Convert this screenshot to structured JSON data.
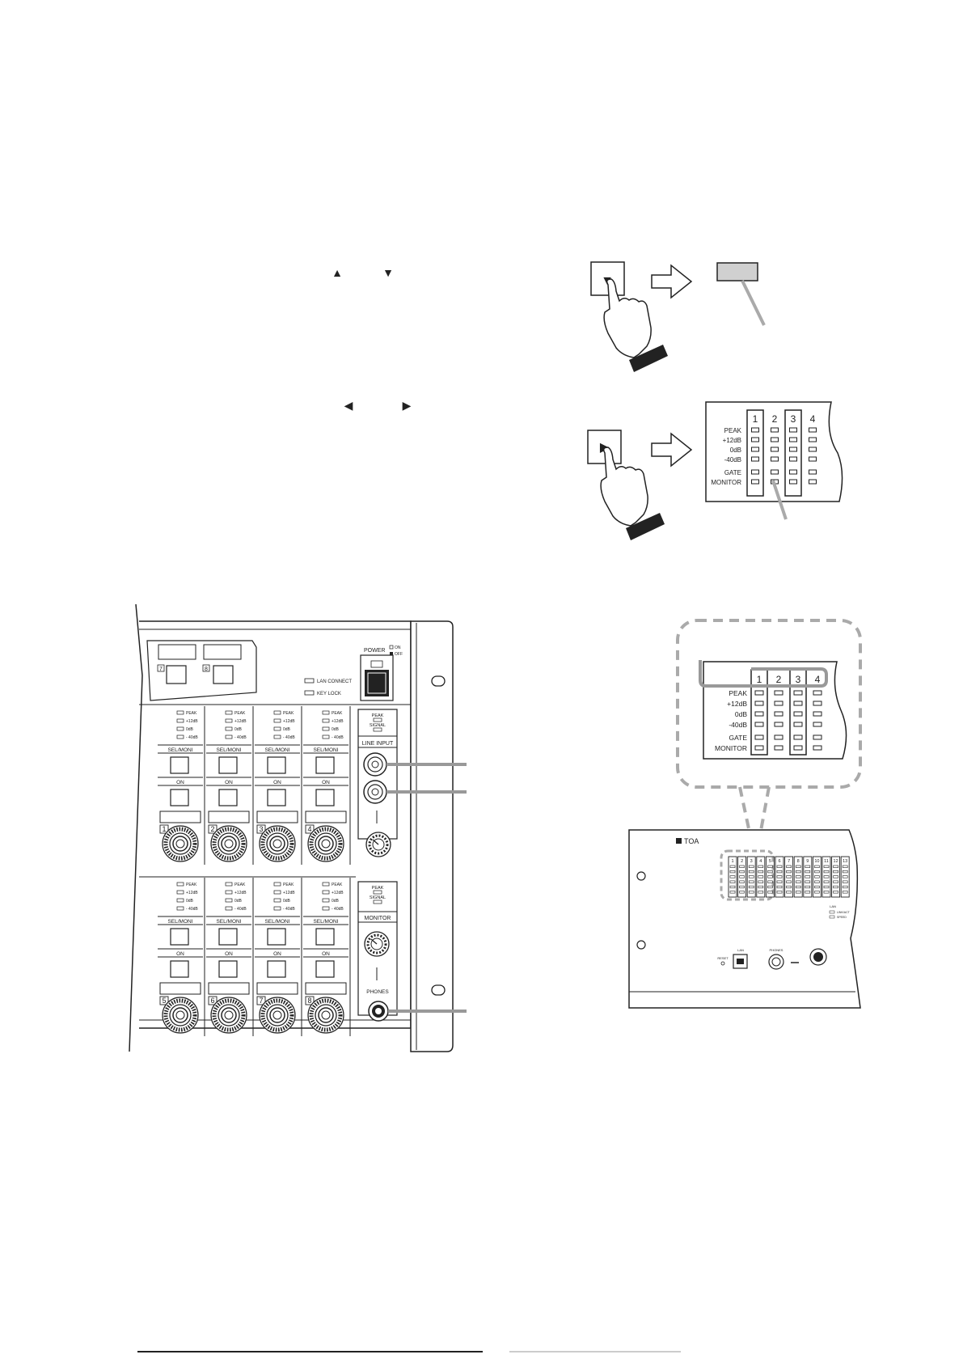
{
  "instructions": {
    "up_arrow": "▲",
    "down_arrow": "▼",
    "left_arrow": "◀",
    "right_arrow": "▶"
  },
  "meter": {
    "channels": [
      "1",
      "2",
      "3",
      "4"
    ],
    "rows": [
      "PEAK",
      "+12dB",
      "0dB",
      "-40dB",
      "GATE",
      "MONITOR"
    ]
  },
  "front_panel": {
    "power_label": "POWER",
    "power_on": "ON",
    "power_off": "OFF",
    "lan_connect": "LAN CONNECT",
    "key_lock": "KEY LOCK",
    "top_buttons": [
      "7",
      "8"
    ],
    "led_rows": [
      "PEAK",
      "+12dB",
      "0dB",
      "- 40dB"
    ],
    "sel_moni": "SEL/MONI",
    "on": "ON",
    "channels_top": [
      "1",
      "2",
      "3",
      "4"
    ],
    "channels_bottom": [
      "5",
      "6",
      "7",
      "8"
    ],
    "peak": "PEAK",
    "signal": "SIGNAL",
    "line_input": "LINE INPUT",
    "monitor": "MONITOR",
    "phones": "PHONES"
  },
  "rear_panel": {
    "brand": "TOA",
    "channels": [
      "1",
      "2",
      "3",
      "4",
      "5",
      "6",
      "7",
      "8",
      "9",
      "10",
      "11",
      "12",
      "13"
    ],
    "lan": "LAN",
    "lan_connect": "LINK/ACT",
    "lan_speed": "SPEED",
    "reset": "RESET",
    "usb": "LAN",
    "phones": "PHONES"
  }
}
